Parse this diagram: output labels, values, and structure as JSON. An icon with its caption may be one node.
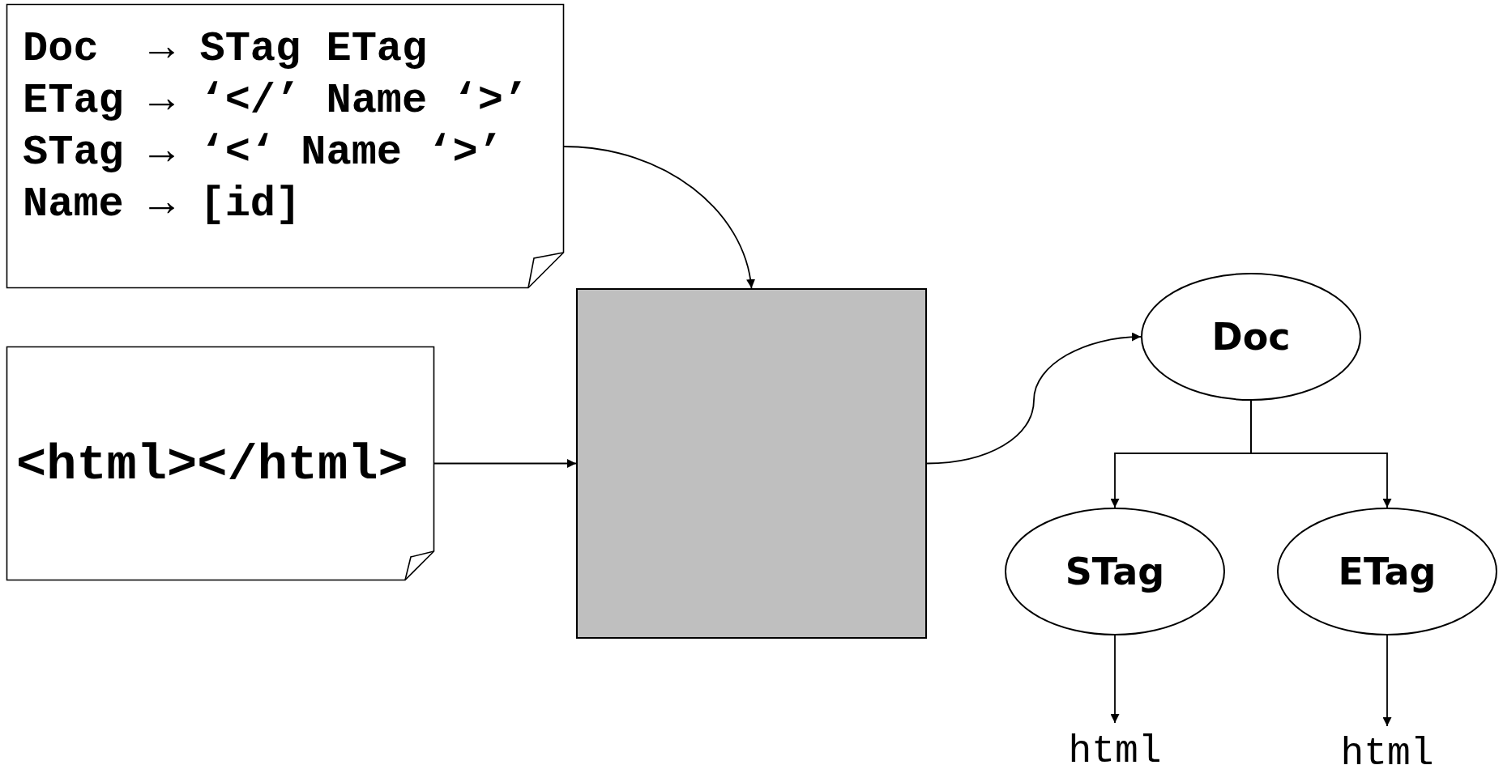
{
  "diagram": {
    "nodes": [
      {
        "text": [
          "Doc  → STag ETag",
          "ETag → ‘</’ Name ‘>’",
          "STag → ‘<‘ Name ‘>’",
          "Name → [id]"
        ]
      },
      {
        "text": [
          "<html></html>"
        ]
      },
      {
        "text": [],
        "shape": "box"
      },
      {
        "text": [
          "Doc"
        ]
      },
      {
        "text": [
          "STag"
        ]
      },
      {
        "text": [
          "ETag"
        ]
      },
      {
        "text": [
          "html"
        ]
      },
      {
        "text": [
          "html"
        ]
      }
    ],
    "edges": [
      {
        "from": 0,
        "to": 2,
        "arrow": "to"
      },
      {
        "from": 1,
        "to": 2,
        "arrow": "to"
      },
      {
        "from": 2,
        "to": 3,
        "arrow": "to"
      },
      {
        "from": 3,
        "to": 4,
        "arrow": "to"
      },
      {
        "from": 3,
        "to": 5,
        "arrow": "to"
      },
      {
        "from": 4,
        "to": 6,
        "arrow": "to"
      },
      {
        "from": 5,
        "to": 7,
        "arrow": "to"
      }
    ]
  }
}
